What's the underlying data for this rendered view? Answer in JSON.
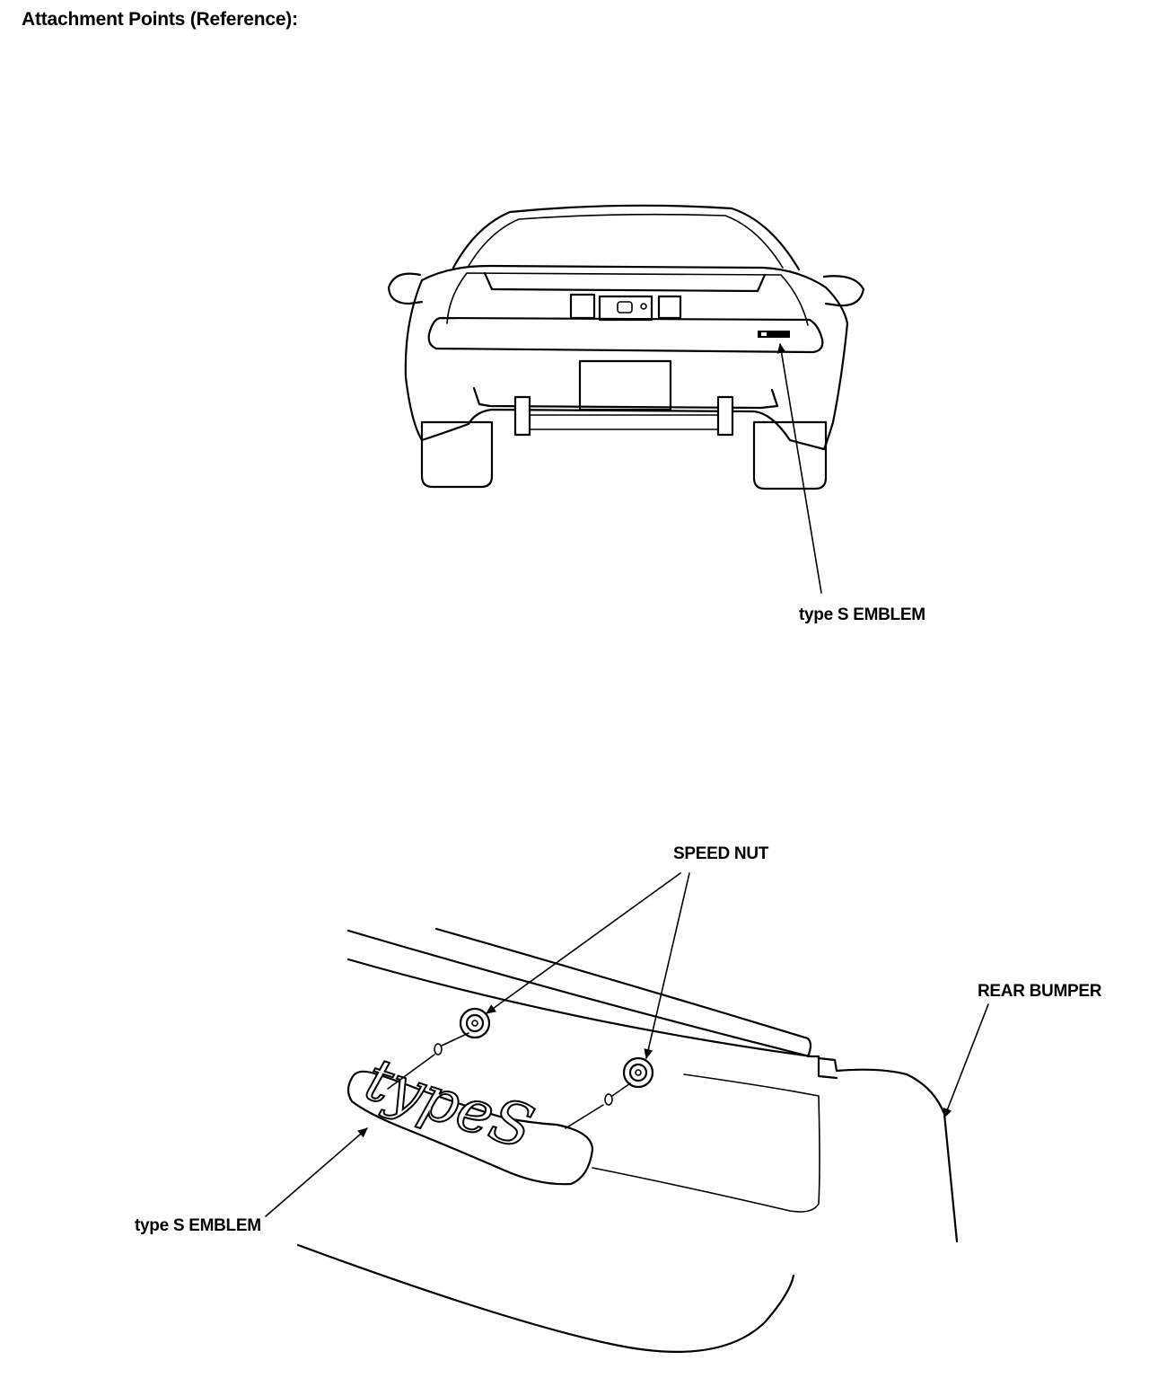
{
  "title": "Attachment Points (Reference):",
  "figure_top": {
    "callout_emblem": "type S EMBLEM"
  },
  "figure_bottom": {
    "callout_speed_nut": "SPEED NUT",
    "callout_rear_bumper": "REAR BUMPER",
    "callout_emblem": "type S EMBLEM",
    "emblem_text": "typeS"
  },
  "colors": {
    "line": "#000000",
    "background": "#ffffff"
  }
}
